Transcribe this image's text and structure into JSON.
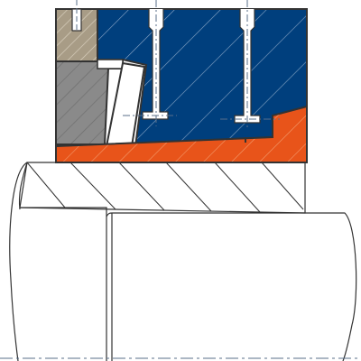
{
  "diagram": {
    "colors": {
      "background": "#ffffff",
      "outline": "#333333",
      "housing_blue": "#003f7d",
      "housing_hatch": "#8aa6c6",
      "seal_orange": "#e8541a",
      "seal_hatch": "#f29a6b",
      "backup_gray": "#8a8a8a",
      "backup_hatch": "#6e6e6e",
      "retainer_tan": "#a89c86",
      "retainer_hatch": "#d8cfbd",
      "passage_white": "#ffffff",
      "centerline": "#5a6f8a"
    },
    "parts": [
      {
        "name": "housing",
        "color_key": "housing_blue"
      },
      {
        "name": "retainer-ring",
        "color_key": "retainer_tan"
      },
      {
        "name": "backup-ring",
        "color_key": "backup_gray"
      },
      {
        "name": "wear-band",
        "color_key": "passage_white"
      },
      {
        "name": "seal-lip",
        "color_key": "seal_orange"
      },
      {
        "name": "shaft",
        "color_key": "background"
      }
    ],
    "icons": [
      "drain-port-icon",
      "vent-port-icon",
      "fitting-port-icon"
    ]
  }
}
